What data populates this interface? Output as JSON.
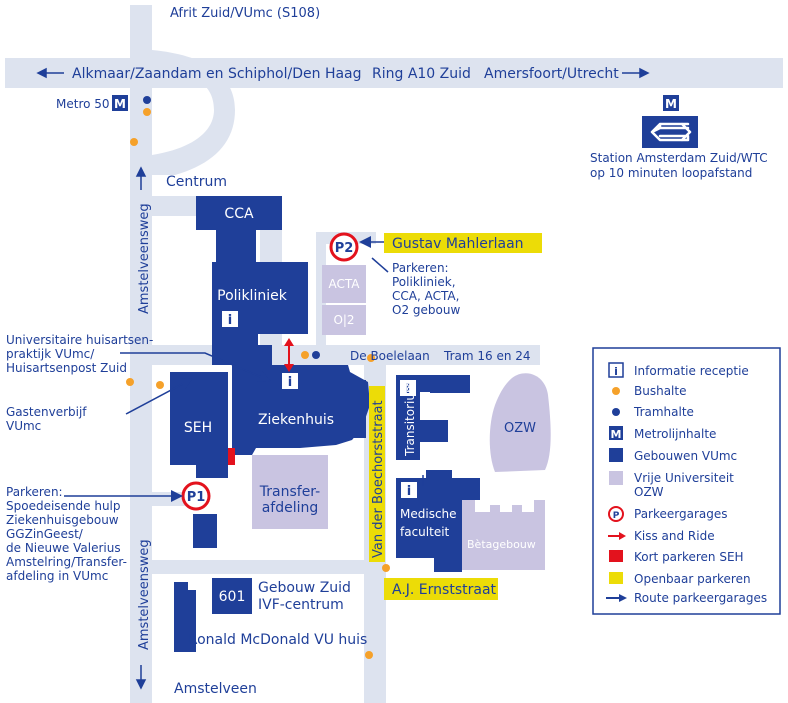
{
  "labels": {
    "afrit": "Afrit Zuid/VUmc (S108)",
    "ring_left": "Alkmaar/Zaandam en Schiphol/Den Haag",
    "ring_mid": "Ring A10 Zuid",
    "ring_right": "Amersfoort/Utrecht",
    "metro": "Metro 50",
    "station_line1": "Station Amsterdam Zuid/WTC",
    "station_line2": "op 10 minuten loopafstand",
    "centrum": "Centrum",
    "amstelveensweg_top": "Amstelveensweg",
    "amstelveensweg_bottom": "Amstelveensweg",
    "cca": "CCA",
    "polikliniek": "Polikliniek",
    "acta": "ACTA",
    "o2": "O|2",
    "gustav": "Gustav Mahlerlaan",
    "p2": "P2",
    "parkeren_p2": [
      "Parkeren:",
      "Polikliniek,",
      "CCA, ACTA,",
      "O2 gebouw"
    ],
    "huisarts": [
      "Universitaire huisartsen-",
      "praktijk VUmc/",
      "Huisartsenpost Zuid"
    ],
    "boelelaan": "De Boelelaan",
    "tram": "Tram 16 en 24",
    "gastenverblijf": [
      "Gastenverbijf",
      "VUmc"
    ],
    "seh": "SEH",
    "ziekenhuis": "Ziekenhuis",
    "boechorst": "Van der Boechorststraat",
    "transitorium": "Transitorium",
    "ozw": "OZW",
    "transfer": [
      "Transfer-",
      "afdeling"
    ],
    "p1": "P1",
    "parkeren_p1": [
      "Parkeren:",
      "Spoedeisende hulp",
      "Ziekenhuisgebouw",
      "GGZinGeest/",
      "de Nieuwe Valerius",
      "Amstelring/Transfer-",
      "afdeling in VUmc"
    ],
    "medische": [
      "Medische",
      "faculteit"
    ],
    "betagebouw": "Bètagebouw",
    "ernst": "A.J. Ernststraat",
    "n601": "601",
    "gebouw_zuid": [
      "Gebouw Zuid",
      "IVF-centrum"
    ],
    "ronald": "Ronald McDonald VU huis",
    "amstelveen": "Amstelveen",
    "info_i": "i",
    "metro_m": "M",
    "p_letter": "P"
  },
  "legend": [
    {
      "symbol": "info",
      "label": "Informatie receptie"
    },
    {
      "symbol": "bus",
      "label": "Bushalte"
    },
    {
      "symbol": "tram",
      "label": "Tramhalte"
    },
    {
      "symbol": "metro",
      "label": "Metrolijnhalte"
    },
    {
      "symbol": "vumc",
      "label": "Gebouwen VUmc"
    },
    {
      "symbol": "vu",
      "label": "Vrije Universiteit",
      "label2": "OZW"
    },
    {
      "symbol": "parking",
      "label": "Parkeergarages"
    },
    {
      "symbol": "kiss",
      "label": "Kiss and Ride"
    },
    {
      "symbol": "seh",
      "label": "Kort parkeren SEH"
    },
    {
      "symbol": "public",
      "label": "Openbaar parkeren"
    },
    {
      "symbol": "route",
      "label": "Route parkeergarages"
    }
  ],
  "colors": {
    "road": "#dde3ef",
    "vumc": "#1f3f99",
    "vu": "#c9c4e1",
    "bus": "#f5a12a",
    "tram": "#1f3f99",
    "kiss": "#e3121d",
    "seh": "#e3121d",
    "public": "#ecdc07",
    "text": "#1f3f99"
  }
}
